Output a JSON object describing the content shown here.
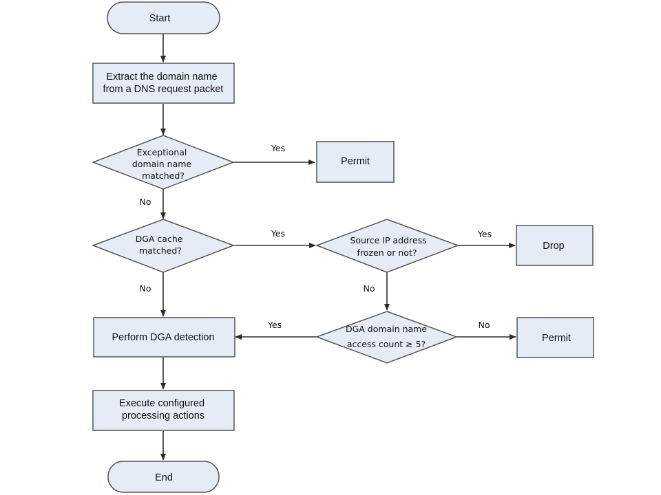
{
  "nodes": {
    "start": {
      "label": "Start"
    },
    "extract": {
      "lines": [
        "Extract the domain name",
        "from a DNS request packet"
      ]
    },
    "exceptional": {
      "lines": [
        "Exceptional",
        "domain name",
        "matched?"
      ]
    },
    "permit_top": {
      "label": "Permit"
    },
    "dga_cache": {
      "lines": [
        "DGA cache",
        "matched?"
      ]
    },
    "source_ip": {
      "lines": [
        "Source IP address",
        "frozen or not?"
      ]
    },
    "drop": {
      "label": "Drop"
    },
    "perform": {
      "label": "Perform DGA detection"
    },
    "access_count": {
      "lines": [
        "DGA domain name",
        "access count ≥ 5?"
      ]
    },
    "permit_right": {
      "label": "Permit"
    },
    "execute": {
      "lines": [
        "Execute configured",
        "processing actions"
      ]
    },
    "end": {
      "label": "End"
    }
  },
  "edges": {
    "exceptional_yes": "Yes",
    "exceptional_no": "No",
    "cache_yes": "Yes",
    "cache_no": "No",
    "source_yes": "Yes",
    "source_no": "No",
    "access_yes": "Yes",
    "access_no": "No"
  },
  "colors": {
    "node_fill": "#e6ecf6",
    "node_stroke": "#555555",
    "arrow": "#2b2b2b"
  }
}
